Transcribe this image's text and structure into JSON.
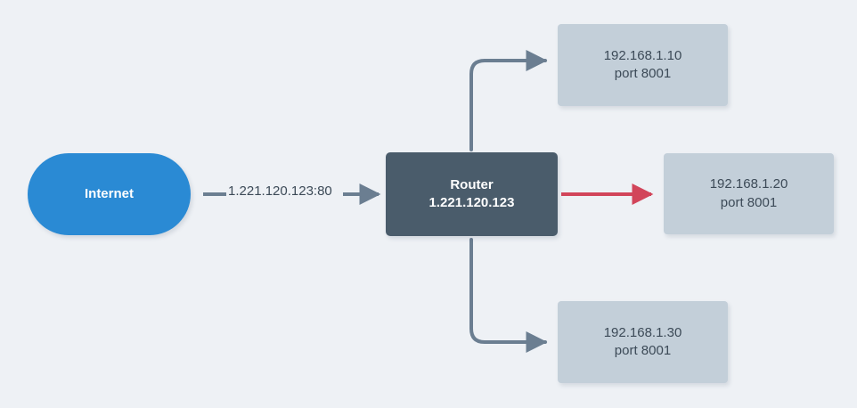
{
  "diagram": {
    "background_color": "#eef1f5",
    "nodes": {
      "internet": {
        "label": "Internet",
        "color": "#2a8ad4",
        "text_color": "#ffffff"
      },
      "router": {
        "title": "Router",
        "address": "1.221.120.123",
        "color": "#4a5c6b",
        "text_color": "#ffffff"
      },
      "server_top": {
        "address": "192.168.1.10",
        "port": "port 8001",
        "color": "#c3cfd9",
        "text_color": "#3c4a57"
      },
      "server_middle": {
        "address": "192.168.1.20",
        "port": "port 8001",
        "color": "#c3cfd9",
        "text_color": "#3c4a57"
      },
      "server_bottom": {
        "address": "192.168.1.30",
        "port": "port 8001",
        "color": "#c3cfd9",
        "text_color": "#3c4a57"
      }
    },
    "edges": {
      "ingress_label": "1.221.120.123:80",
      "line_color": "#6b7e91",
      "active_line_color": "#d2455a"
    }
  }
}
